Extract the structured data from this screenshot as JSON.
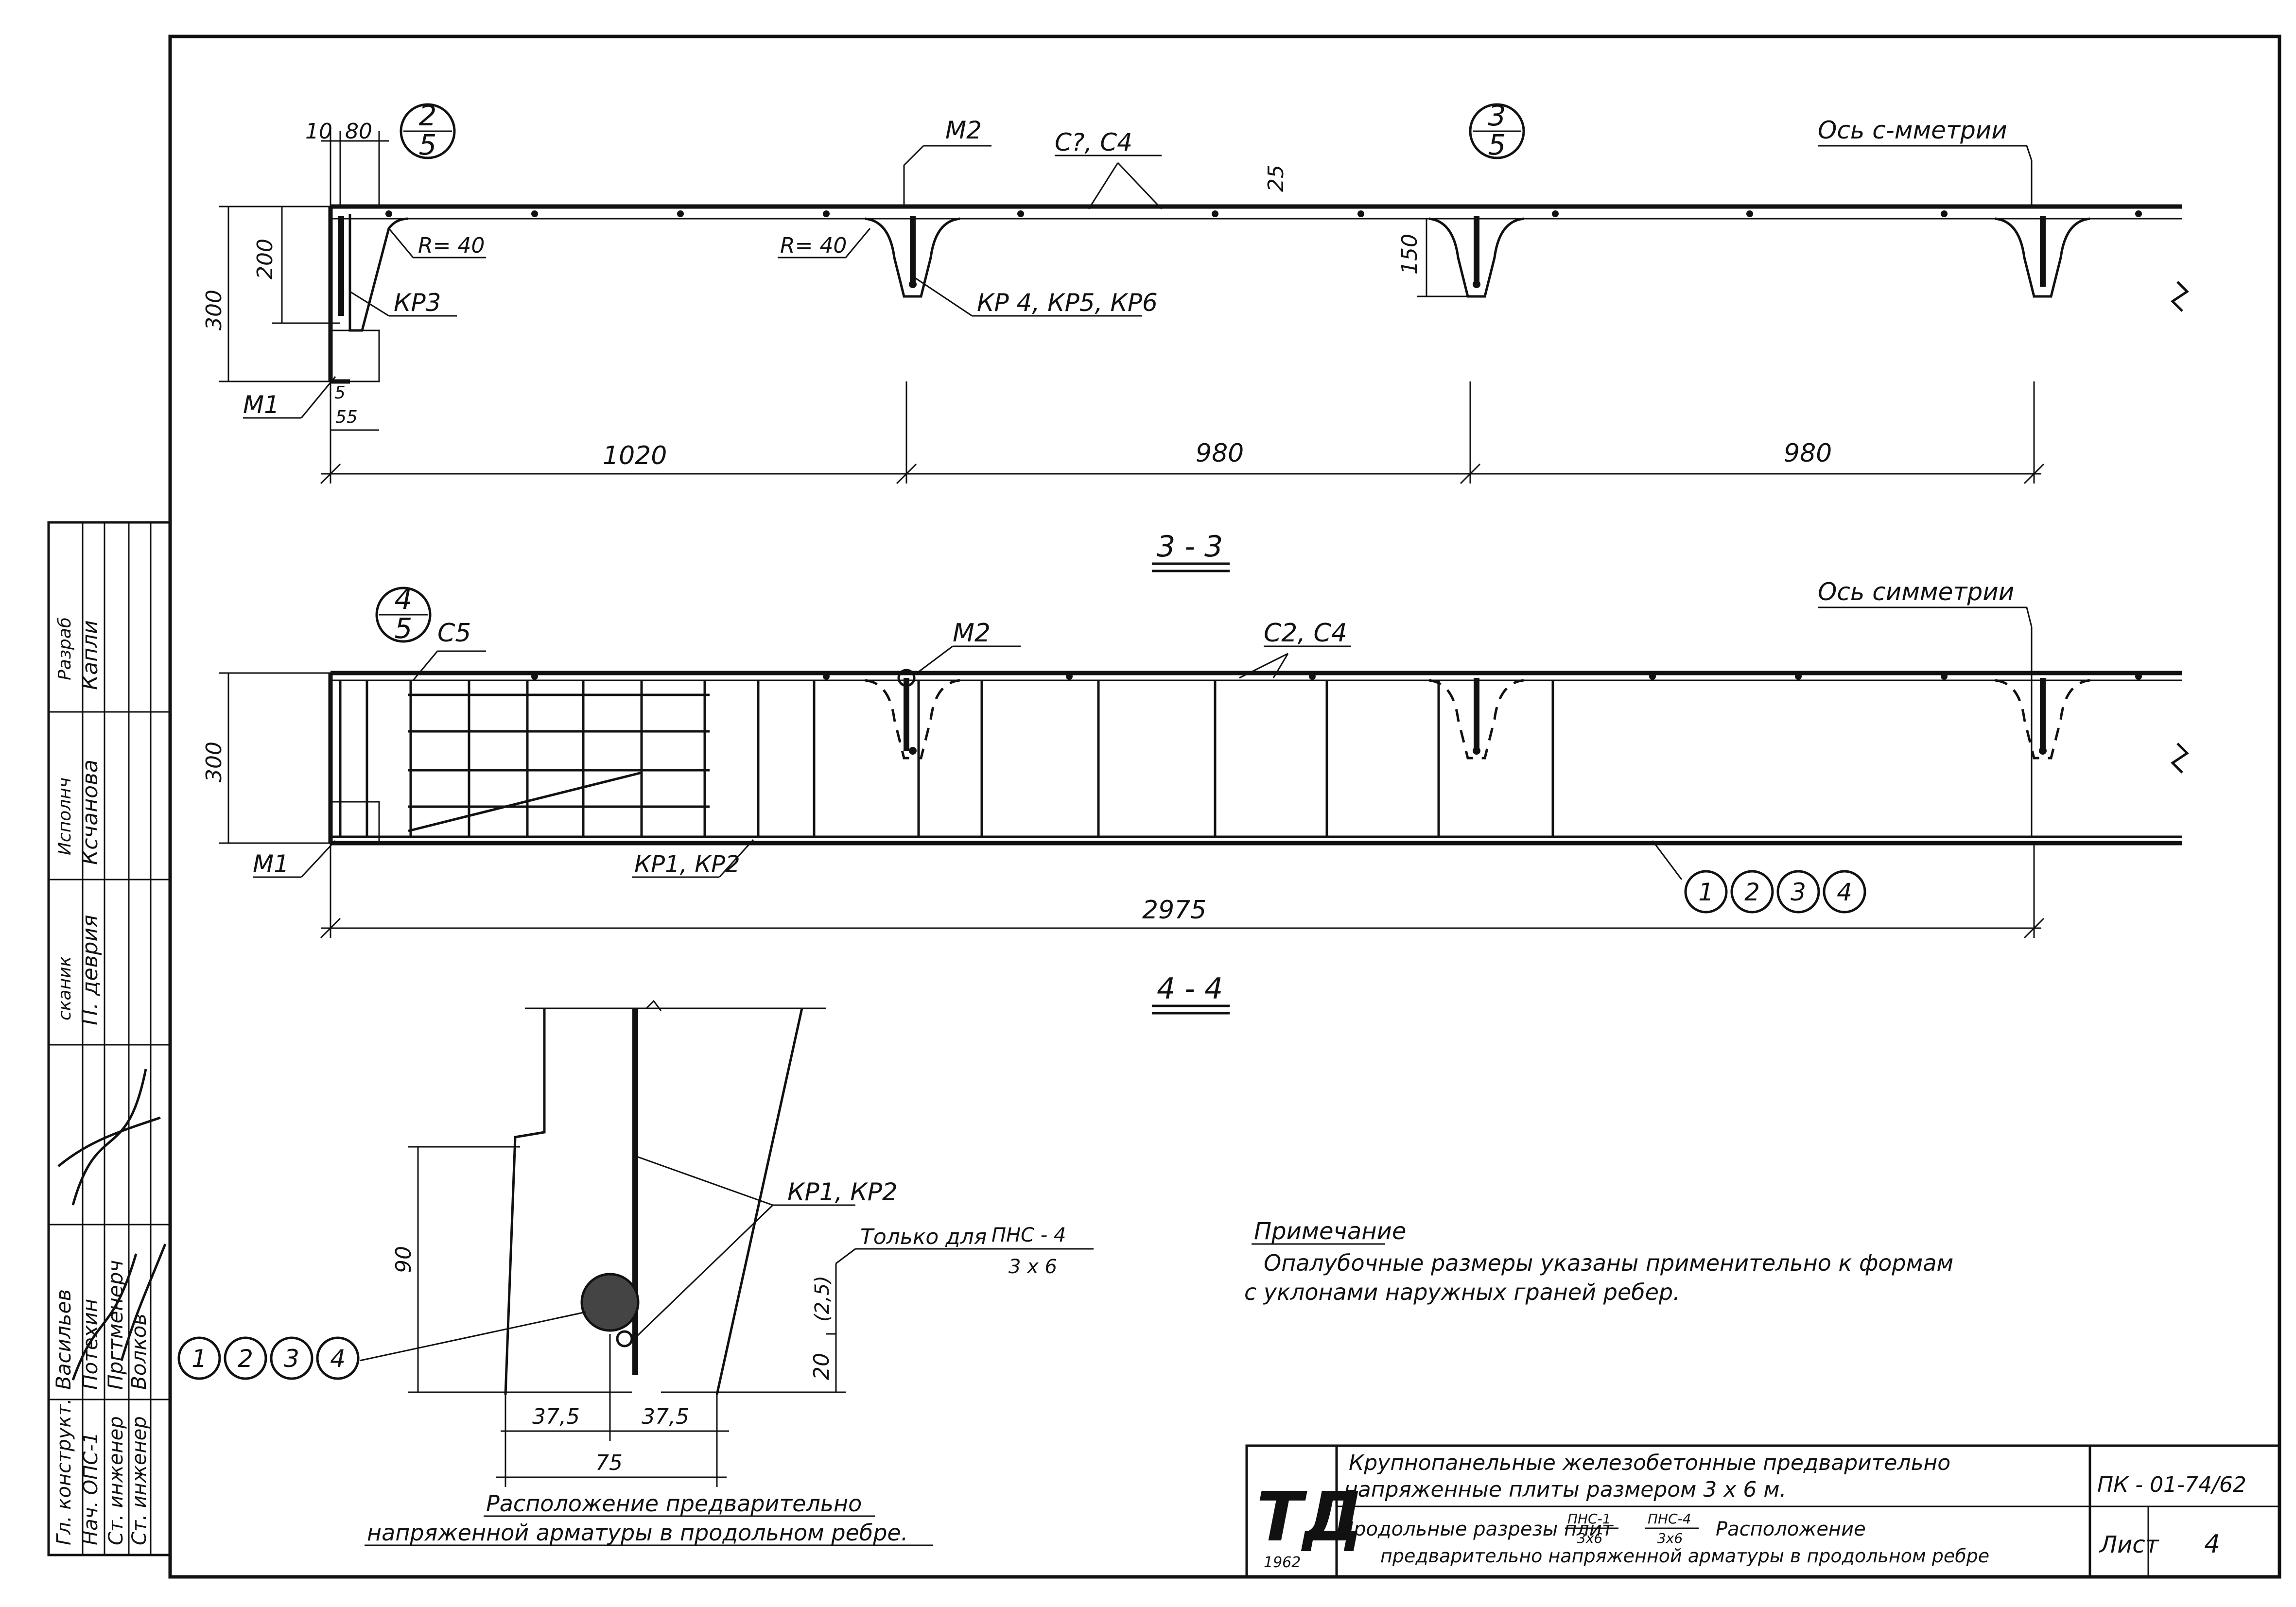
{
  "section_top": {
    "dims": {
      "d10": "10",
      "d80": "80",
      "d25": "25",
      "d200": "200",
      "d300": "300",
      "d150": "150",
      "d55": "55",
      "d5": "5",
      "span1": "1020",
      "span2": "980",
      "span3": "980"
    },
    "labels": {
      "m2": "M2",
      "m1": "M1",
      "c_top": "С?, С4",
      "r40_left": "R= 40",
      "r40_mid": "R= 40",
      "kp3": "КР3",
      "kp456": "КР 4, КР5, КР6",
      "axis": "Ось с-мметрии"
    },
    "bubble_left": {
      "num": "2",
      "den": "5"
    },
    "bubble_right": {
      "num": "3",
      "den": "5"
    }
  },
  "section_33": {
    "title": "3 - 3",
    "dims": {
      "d300": "300",
      "total": "2975"
    },
    "labels": {
      "c5": "С5",
      "m2": "М2",
      "c2c4": "С2, С4",
      "axis": "Ось симметрии",
      "m1": "М1",
      "kp1kp2": "КР1, КР2"
    },
    "bubble": {
      "num": "4",
      "den": "5"
    },
    "circles": [
      "1",
      "2",
      "3",
      "4"
    ]
  },
  "section_44": {
    "title": "4 - 4",
    "dims": {
      "d90": "90",
      "d20": "20",
      "d25": "(2,5)",
      "d37a": "37,5",
      "d37b": "37,5",
      "d75": "75"
    },
    "labels": {
      "kp1kp2": "КР1, КР2",
      "only_for": "Только для",
      "pns_num": "ПНС - 4",
      "pns_den": "3 х 6"
    },
    "circles": [
      "1",
      "2",
      "3",
      "4"
    ],
    "caption_1": "Расположение  предварительно",
    "caption_2": "напряженной  арматуры  в  продольном  ребре."
  },
  "note": {
    "heading": "Примечание",
    "line1": "Опалубочные  размеры   указаны   применительно   к  формам",
    "line2": "с уклонами   наружных  граней  ребер."
  },
  "side_table": {
    "rows": [
      {
        "role": "Гл. конструкт.",
        "name": "Васильев"
      },
      {
        "role": "Нач.  ОПС-1",
        "name": "Потехин"
      },
      {
        "role": "Ст.  инженер",
        "name": "Пргтменерч"
      },
      {
        "role": "Ст.  инженер",
        "name": "Волков"
      }
    ],
    "upper": [
      "П. деврия",
      "Ксчанова",
      "Капли"
    ],
    "upper_roles": [
      "сканик",
      "Исполнч",
      "Разраб"
    ]
  },
  "title_block": {
    "logo": "ТД",
    "year": "1962",
    "title_line1": "Крупнопанельные   железобетонные   предварительно",
    "title_line2": "напряженные    плиты   размером     3 х 6  м.",
    "sub_line1_a": "Продольные  разрезы  плит",
    "sub_f1_num": "ПНС-1",
    "sub_f1_den": "3х6",
    "sub_f2_num": "ПНС-4",
    "sub_f2_den": "3х6",
    "sub_line1_b": "Расположение",
    "sub_line2": "предварительно напряженной арматуры в продольном ребре",
    "code": "ПК - 01-74/62",
    "sheet_label": "Лист",
    "sheet_no": "4"
  },
  "colors": {
    "ink": "#111111",
    "paper": "#ffffff"
  }
}
